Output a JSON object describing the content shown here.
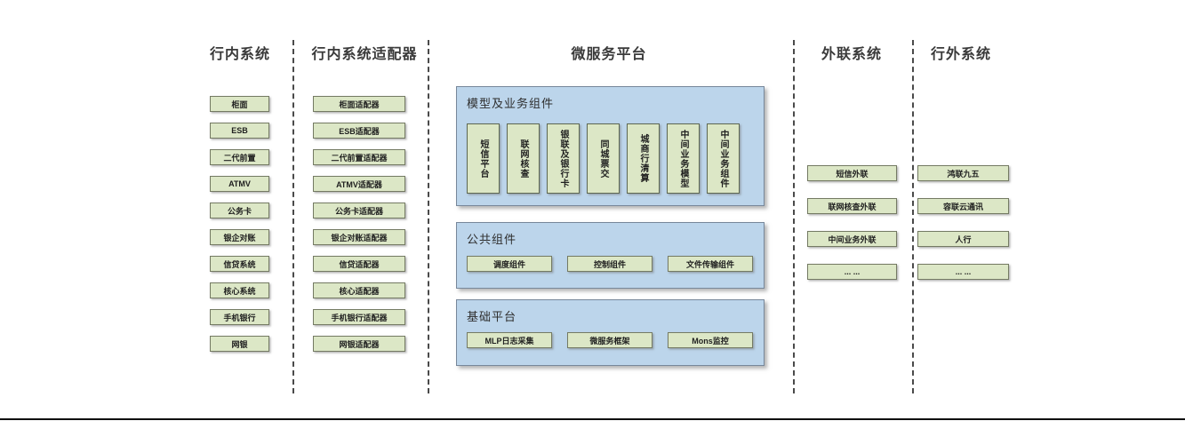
{
  "colors": {
    "green_fill": "#dce7c6",
    "blue_fill": "#bcd5eb"
  },
  "columns": [
    {
      "title": "行内系统",
      "items": [
        "柜面",
        "ESB",
        "二代前置",
        "ATMV",
        "公务卡",
        "银企对账",
        "信贷系统",
        "核心系统",
        "手机银行",
        "网银"
      ]
    },
    {
      "title": "行内系统适配器",
      "items": [
        "柜面适配器",
        "ESB适配器",
        "二代前置适配器",
        "ATMV适配器",
        "公务卡适配器",
        "银企对账适配器",
        "信贷适配器",
        "核心适配器",
        "手机银行适配器",
        "网银适配器"
      ]
    },
    {
      "title": "微服务平台"
    },
    {
      "title": "外联系统",
      "items": [
        "短信外联",
        "联网核查外联",
        "中间业务外联",
        "... ..."
      ]
    },
    {
      "title": "行外系统",
      "items": [
        "鸿联九五",
        "容联云通讯",
        "人行",
        "... ..."
      ]
    }
  ],
  "platform": {
    "groups": [
      {
        "title": "模型及业务组件",
        "items": [
          "短信平台",
          "联网核查",
          "银联及银行卡",
          "同城票交",
          "城商行清算",
          "中间业务模型",
          "中间业务组件"
        ]
      },
      {
        "title": "公共组件",
        "items": [
          "调度组件",
          "控制组件",
          "文件传输组件"
        ]
      },
      {
        "title": "基础平台",
        "items": [
          "MLP日志采集",
          "微服务框架",
          "Mons监控"
        ]
      }
    ]
  }
}
